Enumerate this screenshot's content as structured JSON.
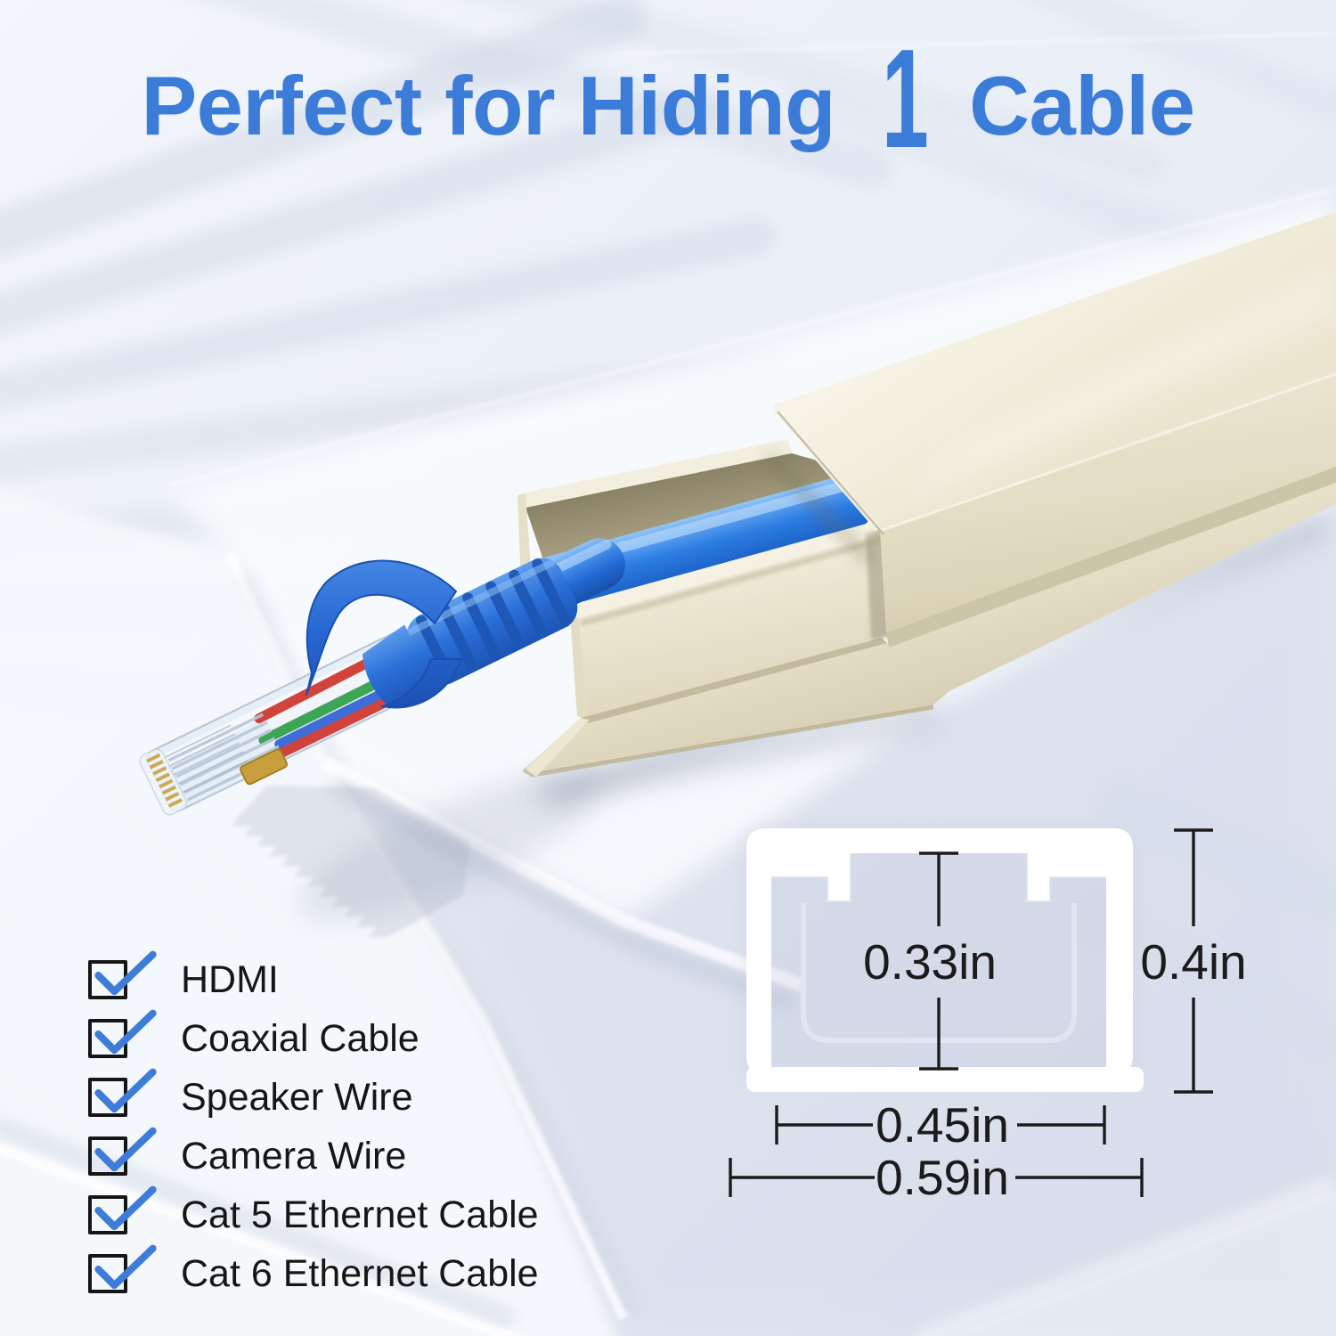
{
  "page": {
    "type": "product-infographic"
  },
  "colors": {
    "accent_blue": "#3c7cd9",
    "cable_blue": "#2472dc",
    "raceway_beige": "#ece6d1",
    "text_black": "#1a1a1a",
    "background": "#e9eef6",
    "check_blue": "#3e7cd9"
  },
  "title": {
    "prefix": "Perfect for Hiding",
    "count": "1",
    "suffix": "Cable"
  },
  "checklist": {
    "items": [
      {
        "label": "HDMI",
        "checked": true
      },
      {
        "label": "Coaxial Cable",
        "checked": true
      },
      {
        "label": "Speaker Wire",
        "checked": true
      },
      {
        "label": "Camera Wire",
        "checked": true
      },
      {
        "label": "Cat 5 Ethernet Cable",
        "checked": true
      },
      {
        "label": "Cat 6 Ethernet Cable",
        "checked": true
      }
    ]
  },
  "diagram": {
    "dimensions": {
      "inner_height": "0.33in",
      "outer_height": "0.4in",
      "inner_width": "0.45in",
      "outer_width": "0.59in"
    }
  }
}
